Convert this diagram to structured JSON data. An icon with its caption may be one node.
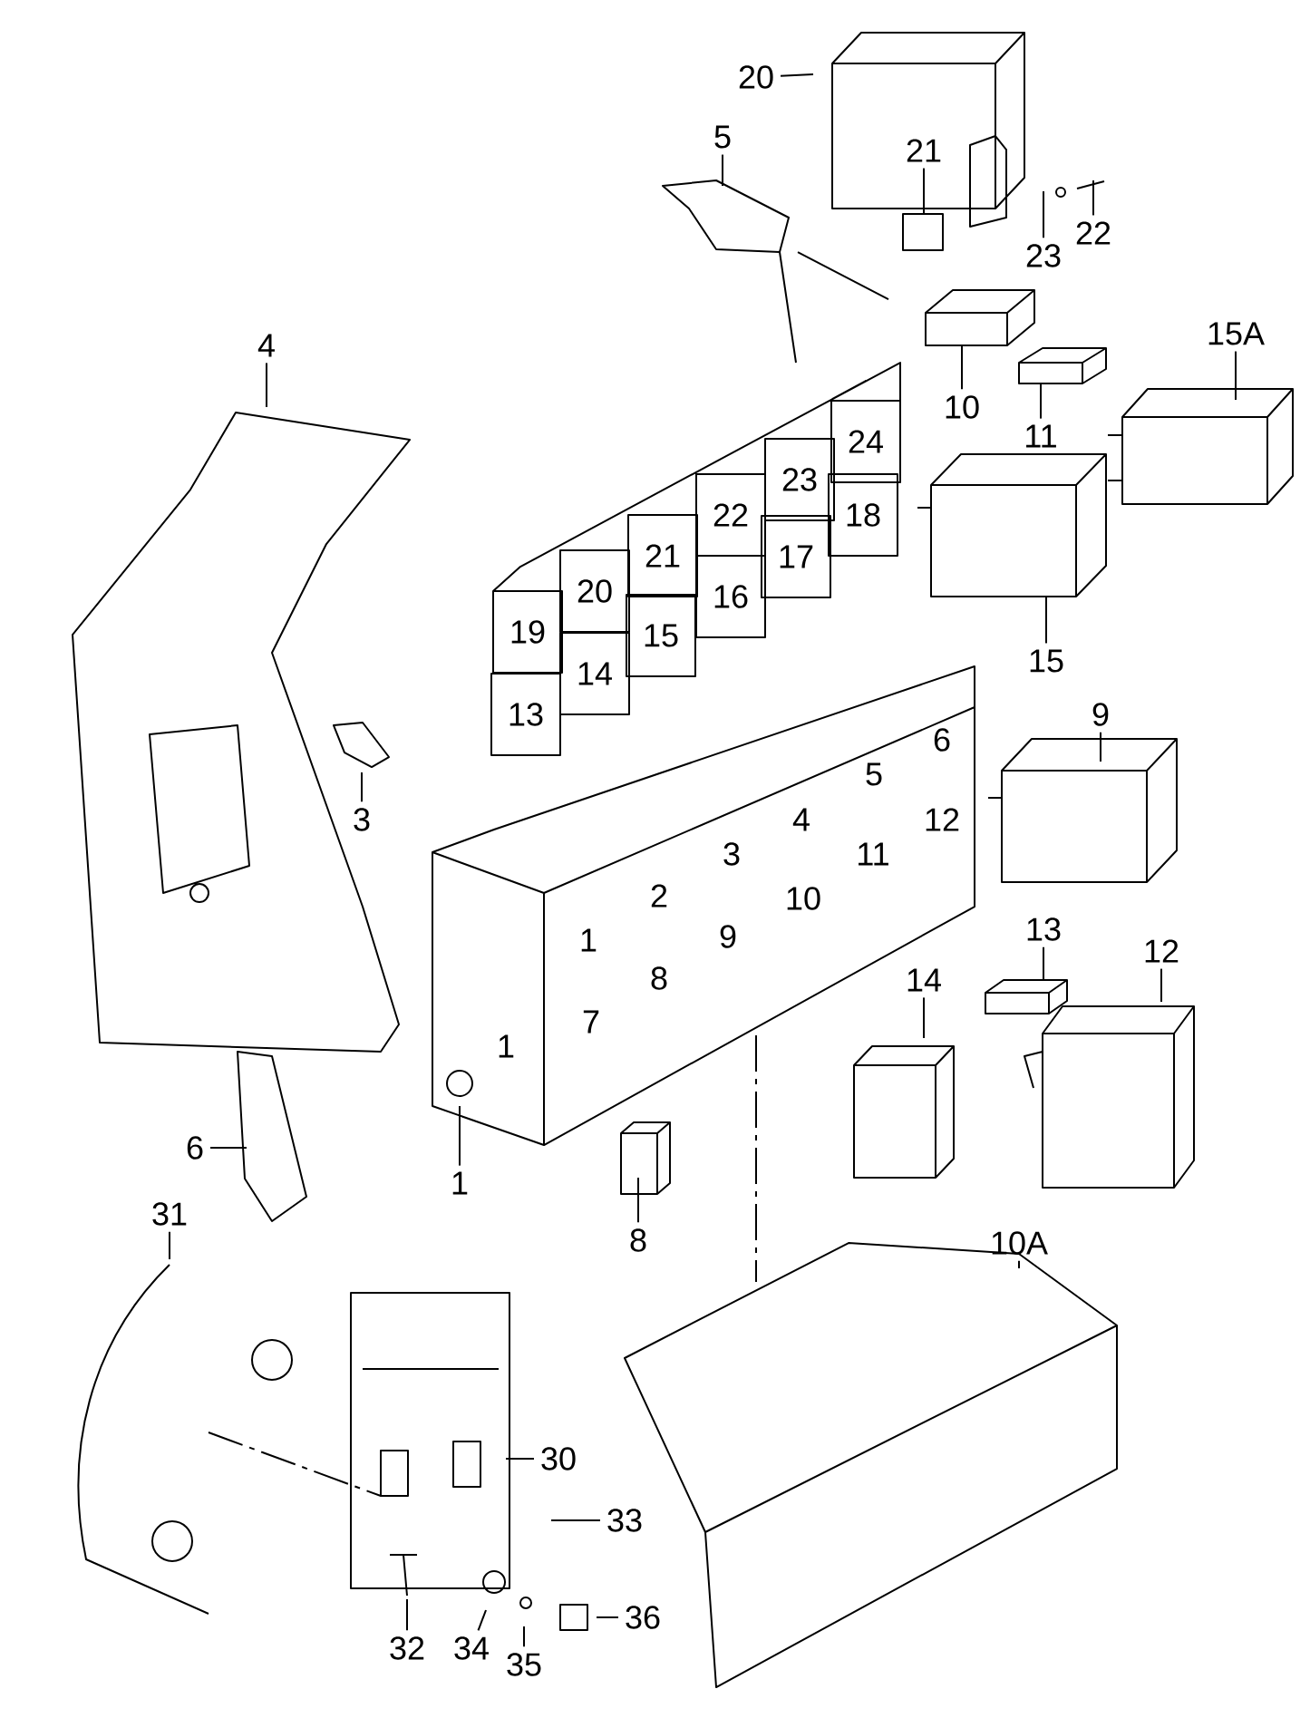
{
  "diagram": {
    "nodes": [
      {
        "text": [
          "20"
        ]
      },
      {
        "text": [
          "5"
        ]
      },
      {
        "text": [
          "21"
        ]
      },
      {
        "text": [
          "22"
        ]
      },
      {
        "text": [
          "23"
        ]
      },
      {
        "text": [
          "15A"
        ]
      },
      {
        "text": [
          "4"
        ]
      },
      {
        "text": [
          "10"
        ]
      },
      {
        "text": [
          "11"
        ]
      },
      {
        "text": [
          "15"
        ]
      },
      {
        "text": [
          "9"
        ]
      },
      {
        "text": [
          "3"
        ]
      },
      {
        "text": [
          "13"
        ]
      },
      {
        "text": [
          "12"
        ]
      },
      {
        "text": [
          "14"
        ]
      },
      {
        "text": [
          "6"
        ]
      },
      {
        "text": [
          "1"
        ]
      },
      {
        "text": [
          "31"
        ]
      },
      {
        "text": [
          "8"
        ]
      },
      {
        "text": [
          "10A"
        ]
      },
      {
        "text": [
          "30"
        ]
      },
      {
        "text": [
          "33"
        ]
      },
      {
        "text": [
          "36"
        ]
      },
      {
        "text": [
          "32"
        ]
      },
      {
        "text": [
          "34"
        ]
      },
      {
        "text": [
          "35"
        ]
      }
    ],
    "edges": [
      {
        "from": 0,
        "to": null,
        "arrow": "none"
      },
      {
        "from": 1,
        "to": null,
        "arrow": "none"
      },
      {
        "from": 2,
        "to": null,
        "arrow": "none"
      },
      {
        "from": 3,
        "to": null,
        "arrow": "none"
      },
      {
        "from": 4,
        "to": null,
        "arrow": "none"
      },
      {
        "from": 5,
        "to": null,
        "arrow": "none"
      },
      {
        "from": 6,
        "to": null,
        "arrow": "none"
      },
      {
        "from": 7,
        "to": null,
        "arrow": "none"
      },
      {
        "from": 8,
        "to": null,
        "arrow": "none"
      },
      {
        "from": 9,
        "to": null,
        "arrow": "none"
      },
      {
        "from": 10,
        "to": null,
        "arrow": "none"
      },
      {
        "from": 11,
        "to": null,
        "arrow": "none"
      },
      {
        "from": 12,
        "to": null,
        "arrow": "none"
      },
      {
        "from": 13,
        "to": null,
        "arrow": "none"
      },
      {
        "from": 14,
        "to": null,
        "arrow": "none"
      },
      {
        "from": 15,
        "to": null,
        "arrow": "none"
      },
      {
        "from": 16,
        "to": null,
        "arrow": "none"
      },
      {
        "from": 17,
        "to": null,
        "arrow": "none"
      },
      {
        "from": 18,
        "to": null,
        "arrow": "none"
      },
      {
        "from": 19,
        "to": null,
        "arrow": "none"
      },
      {
        "from": 20,
        "to": null,
        "arrow": "none"
      },
      {
        "from": 21,
        "to": null,
        "arrow": "none"
      },
      {
        "from": 22,
        "to": null,
        "arrow": "none"
      },
      {
        "from": 23,
        "to": null,
        "arrow": "none"
      },
      {
        "from": 24,
        "to": null,
        "arrow": "none"
      },
      {
        "from": 25,
        "to": null,
        "arrow": "none"
      }
    ],
    "labels": [
      "24",
      "23",
      "18",
      "22",
      "17",
      "21",
      "16",
      "20",
      "15",
      "19",
      "14",
      "13",
      "6",
      "5",
      "12",
      "4",
      "11",
      "3",
      "10",
      "2",
      "9",
      "1",
      "8",
      "7",
      "1"
    ]
  }
}
